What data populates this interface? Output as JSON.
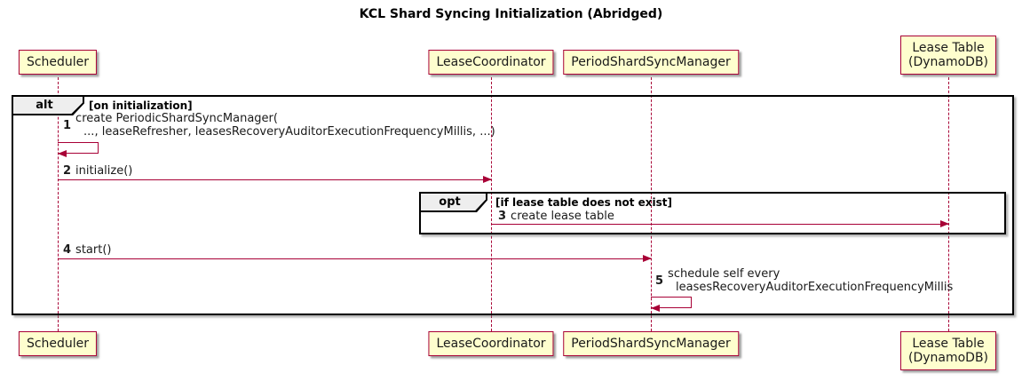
{
  "title": "KCL Shard Syncing Initialization (Abridged)",
  "colors": {
    "participant_fill": "#FEFECE",
    "participant_border": "#A80036",
    "lifeline": "#A80036",
    "arrow": "#A80036",
    "frame_border": "#000000",
    "frame_label_fill": "#EEEEEE"
  },
  "participants": [
    {
      "lines": [
        "Scheduler"
      ]
    },
    {
      "lines": [
        "LeaseCoordinator"
      ]
    },
    {
      "lines": [
        "PeriodShardSyncManager"
      ]
    },
    {
      "lines": [
        "Lease Table",
        "(DynamoDB)"
      ]
    }
  ],
  "frames": {
    "alt": {
      "keyword": "alt",
      "condition": "[on initialization]"
    },
    "opt": {
      "keyword": "opt",
      "condition": "[if lease table does not exist]"
    }
  },
  "messages": [
    {
      "num": "1",
      "lines": [
        "create PeriodicShardSyncManager(",
        "..., leaseRefresher, leasesRecoveryAuditorExecutionFrequencyMillis, ...)"
      ],
      "from": "Scheduler",
      "to": "Scheduler",
      "kind": "self"
    },
    {
      "num": "2",
      "text": "initialize()",
      "from": "Scheduler",
      "to": "LeaseCoordinator",
      "kind": "sync"
    },
    {
      "num": "3",
      "text": "create lease table",
      "from": "LeaseCoordinator",
      "to": "Lease Table (DynamoDB)",
      "kind": "sync"
    },
    {
      "num": "4",
      "text": "start()",
      "from": "Scheduler",
      "to": "PeriodShardSyncManager",
      "kind": "sync"
    },
    {
      "num": "5",
      "lines": [
        "schedule self every",
        "leasesRecoveryAuditorExecutionFrequencyMillis"
      ],
      "from": "PeriodShardSyncManager",
      "to": "PeriodShardSyncManager",
      "kind": "self"
    }
  ]
}
